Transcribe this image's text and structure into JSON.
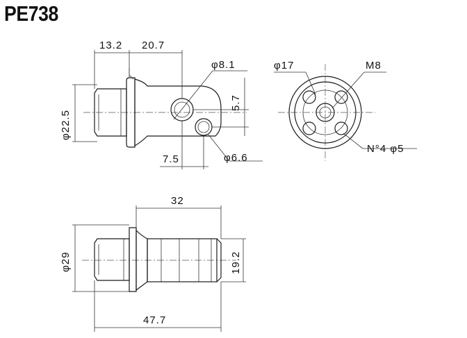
{
  "title": "PE738",
  "top_view": {
    "dim_left_len": "13.2",
    "dim_body_len": "20.7",
    "dim_dia_big_hole": "φ8.1",
    "dim_offset": "5.7",
    "dim_dia_flange": "φ22.5",
    "dim_hole_pos": "7.5",
    "dim_dia_small_hole": "φ6.6"
  },
  "end_view": {
    "dim_pcd": "φ17",
    "dim_thread": "M8",
    "dim_holes": "N°4 φ5"
  },
  "side_view": {
    "dim_total_len": "32",
    "dim_dia_flange": "φ29",
    "dim_dia_body": "19.2",
    "dim_overall": "47.7"
  },
  "colors": {
    "metal_light": "#e9e9e9",
    "metal_mid": "#c9c9c9",
    "metal_dark": "#9a9a9a",
    "line": "#1a1a1a"
  }
}
